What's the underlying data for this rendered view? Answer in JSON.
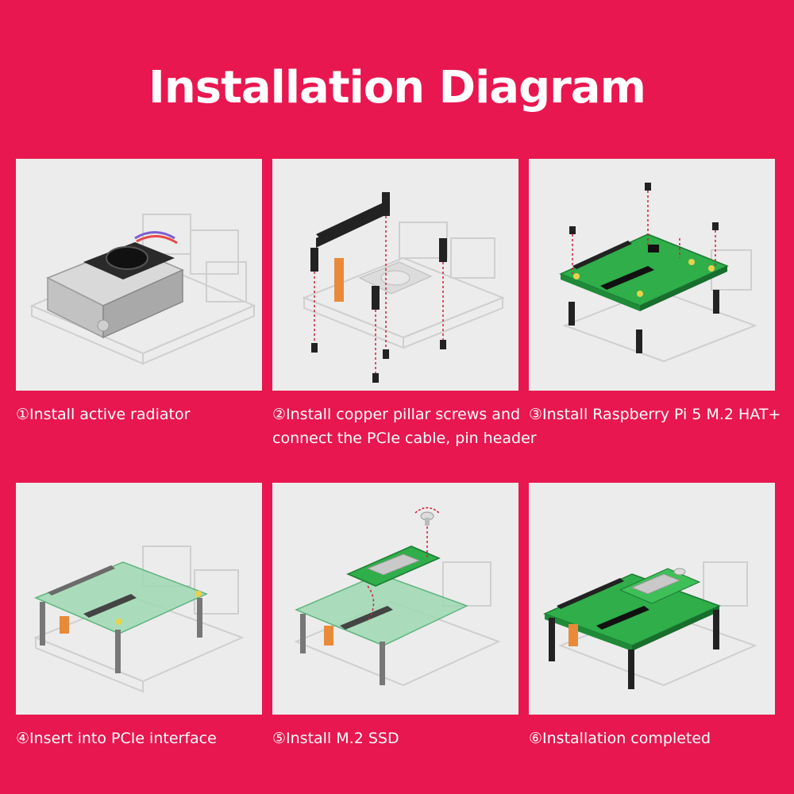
{
  "title": "Installation Diagram",
  "steps": [
    {
      "caption_lines": [
        "①Install active radiator"
      ]
    },
    {
      "caption_lines": [
        "②Install copper pillar screws and",
        "connect the PCIe cable, pin header"
      ]
    },
    {
      "caption_lines": [
        "③Install Raspberry Pi 5 M.2 HAT+"
      ]
    },
    {
      "caption_lines": [
        "④Insert into PCIe interface"
      ]
    },
    {
      "caption_lines": [
        "⑤Install M.2 SSD"
      ]
    },
    {
      "caption_lines": [
        "⑥Installation completed"
      ]
    }
  ],
  "colors": {
    "background": "#e8174f",
    "panel": "#ececec",
    "pcb_green": "#2fae4a",
    "hat_green_transparent": "#9fd9b4",
    "cable_orange": "#e98a3a",
    "guide_red": "#d21e3a"
  }
}
